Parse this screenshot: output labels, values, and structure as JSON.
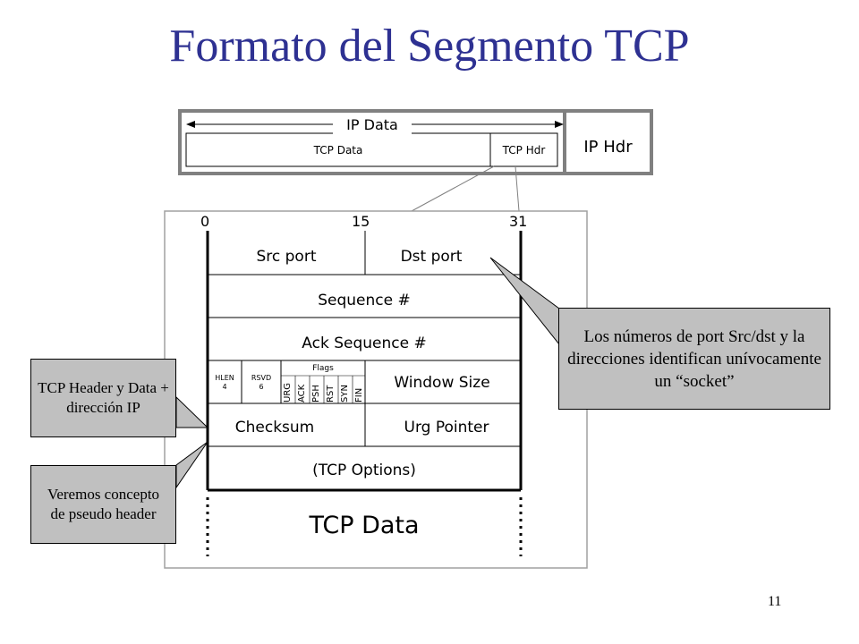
{
  "slide": {
    "title": "Formato del Segmento TCP",
    "page_number": "11"
  },
  "ip_packet": {
    "ip_data_label": "IP Data",
    "tcp_data_label": "TCP Data",
    "tcp_hdr_label": "TCP Hdr",
    "ip_hdr_label": "IP Hdr"
  },
  "header": {
    "bit_labels": [
      "0",
      "15",
      "31"
    ],
    "src_port": "Src port",
    "dst_port": "Dst port",
    "sequence": "Sequence #",
    "ack_sequence": "Ack Sequence #",
    "hlen": "HLEN",
    "hlen_bits": "4",
    "rsvd": "RSVD",
    "rsvd_bits": "6",
    "flags_label": "Flags",
    "flags": [
      "URG",
      "ACK",
      "PSH",
      "RST",
      "SYN",
      "FIN"
    ],
    "window_size": "Window Size",
    "checksum": "Checksum",
    "urg_pointer": "Urg Pointer",
    "options": "(TCP Options)",
    "tcp_data": "TCP Data"
  },
  "callouts": {
    "socket_note": "Los números de port Src/dst y la direcciones identifican unívocamente un “socket”",
    "header_note": "TCP Header y Data + dirección IP",
    "pseudo_note": "Veremos concepto de pseudo header"
  },
  "colors": {
    "title": "#2e3192",
    "callout_fill": "#c0c0c0",
    "frame_stroke": "#808080"
  }
}
